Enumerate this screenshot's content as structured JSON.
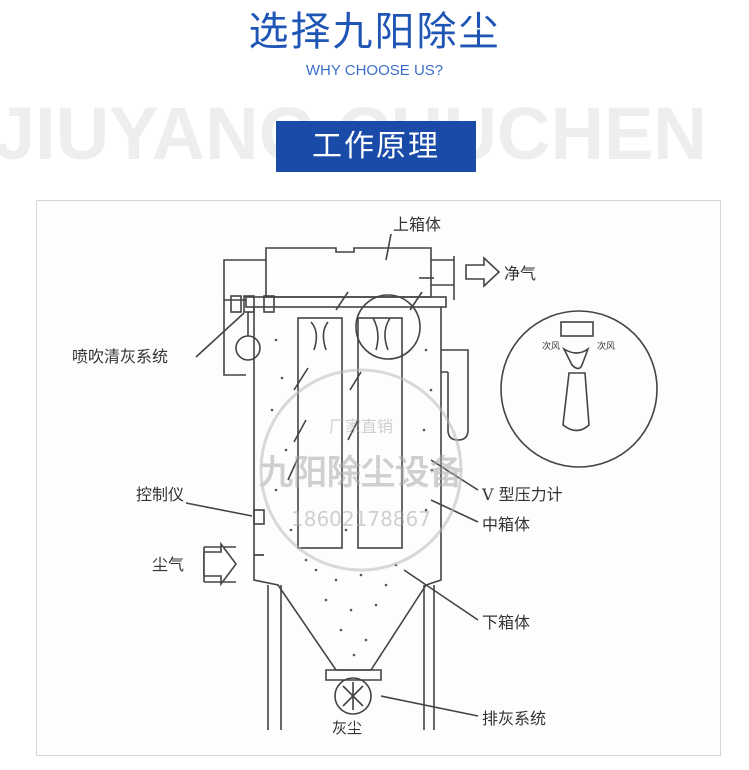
{
  "header": {
    "title": "选择九阳除尘",
    "subtitle": "WHY CHOOSE US?",
    "watermark": "JIUYANG CHUCHEN"
  },
  "section": {
    "title": "工作原理"
  },
  "diagram": {
    "labels": {
      "upper_box": "上箱体",
      "clean_gas": "净气",
      "pulse_system": "喷吹清灰系统",
      "controller": "控制仪",
      "dust_gas": "尘气",
      "v_gauge": "V 型压力计",
      "middle_box": "中箱体",
      "lower_box": "下箱体",
      "ash_system": "排灰系统",
      "dust": "灰尘",
      "secondary_air_left": "次风",
      "secondary_air_right": "次风"
    },
    "stamp": {
      "line1": "厂家直销",
      "line2": "九阳除尘设备",
      "line3": "18602178867"
    }
  },
  "colors": {
    "brand_blue": "#1f55b4",
    "section_bg": "#1b4ba8",
    "line": "#444444"
  }
}
